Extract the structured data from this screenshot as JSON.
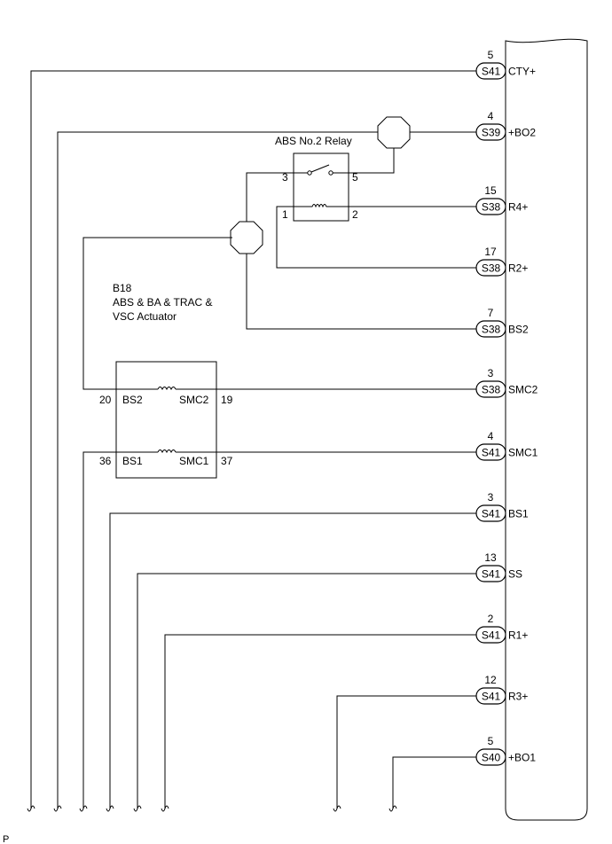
{
  "ecu_terminals": [
    {
      "id": "cty",
      "pin": "5",
      "connector": "S41",
      "signal": "CTY+"
    },
    {
      "id": "bo2",
      "pin": "4",
      "connector": "S39",
      "signal": "+BO2"
    },
    {
      "id": "r4",
      "pin": "15",
      "connector": "S38",
      "signal": "R4+"
    },
    {
      "id": "r2",
      "pin": "17",
      "connector": "S38",
      "signal": "R2+"
    },
    {
      "id": "bs2",
      "pin": "7",
      "connector": "S38",
      "signal": "BS2"
    },
    {
      "id": "smc2",
      "pin": "3",
      "connector": "S38",
      "signal": "SMC2"
    },
    {
      "id": "smc1",
      "pin": "4",
      "connector": "S41",
      "signal": "SMC1"
    },
    {
      "id": "bs1",
      "pin": "3",
      "connector": "S41",
      "signal": "BS1"
    },
    {
      "id": "ss",
      "pin": "13",
      "connector": "S41",
      "signal": "SS"
    },
    {
      "id": "r1",
      "pin": "2",
      "connector": "S41",
      "signal": "R1+"
    },
    {
      "id": "r3",
      "pin": "12",
      "connector": "S41",
      "signal": "R3+"
    },
    {
      "id": "bo1",
      "pin": "5",
      "connector": "S40",
      "signal": "+BO1"
    }
  ],
  "relay": {
    "title": "ABS No.2 Relay",
    "pin_3": "3",
    "pin_5": "5",
    "pin_1": "1",
    "pin_2": "2"
  },
  "actuator": {
    "code": "B18",
    "name_line1": "ABS & BA & TRAC &",
    "name_line2": "VSC Actuator",
    "pin_20": "20",
    "pin_bs2": "BS2",
    "pin_smc2": "SMC2",
    "pin_19": "19",
    "pin_36": "36",
    "pin_bs1": "BS1",
    "pin_smc1": "SMC1",
    "pin_37": "37"
  },
  "corner_mark": "P"
}
